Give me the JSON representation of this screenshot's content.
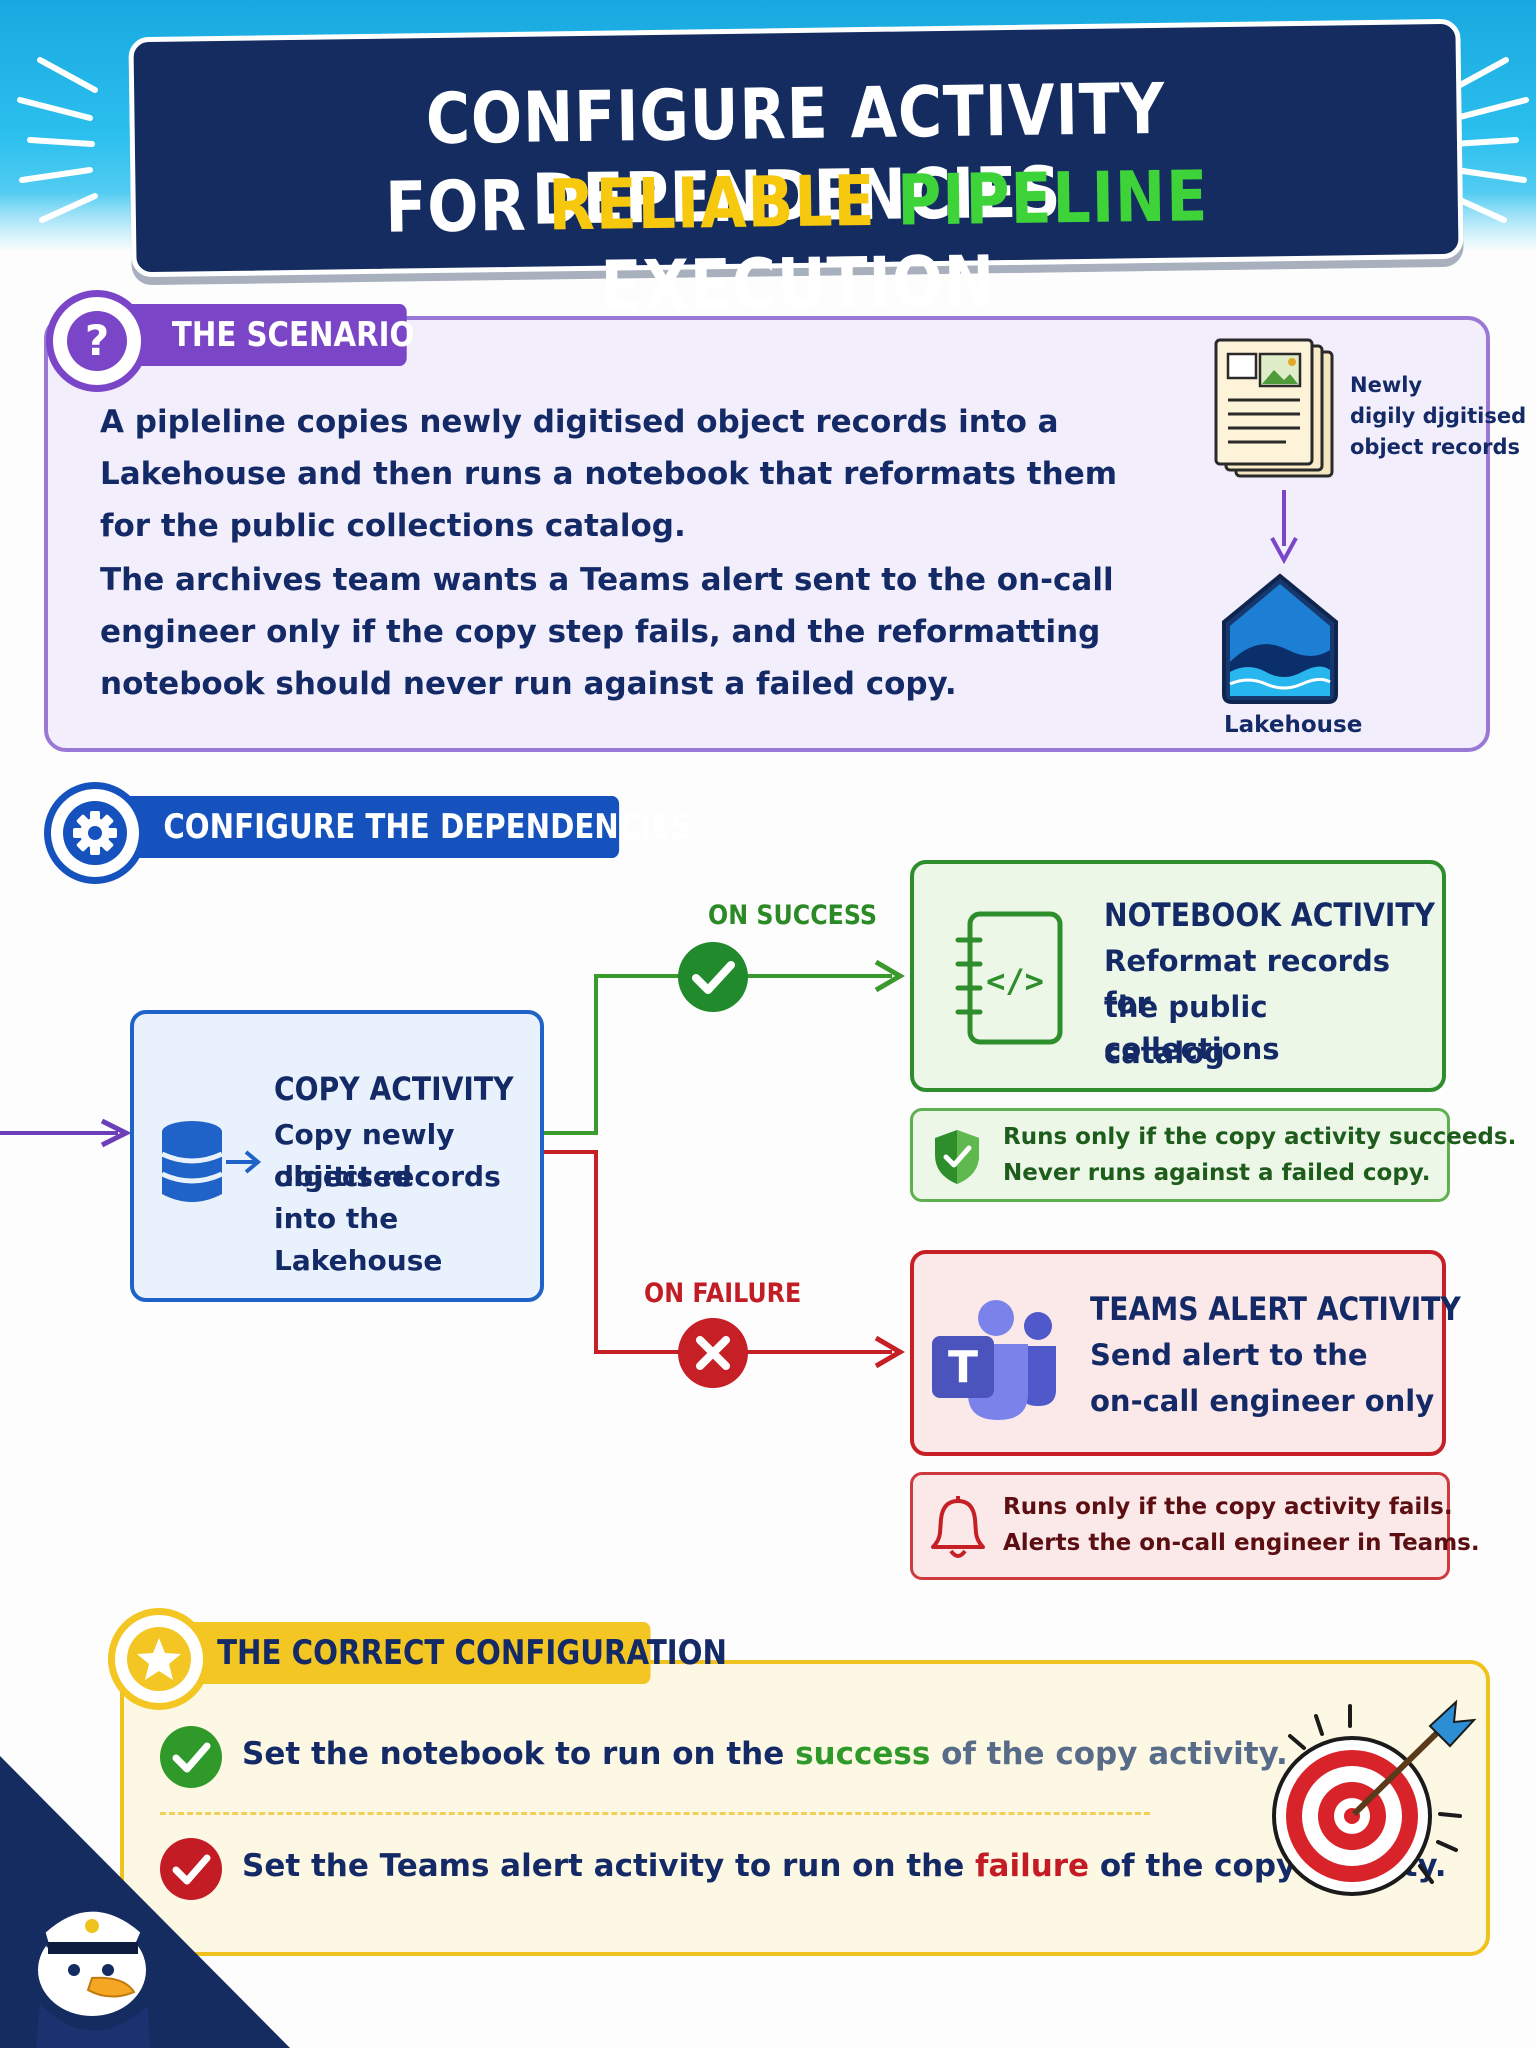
{
  "header": {
    "title_line_1": "CONFIGURE ACTIVITY DEPENDENCIES",
    "title_line_2_prefix": "FOR ",
    "title_line_2_highlight_1": "RELIABLE",
    "title_line_2_highlight_2": "PIPELINE",
    "title_line_2_suffix": " EXECUTION"
  },
  "scenario": {
    "heading": "THE SCENARIO",
    "paragraph_1": "A pipleline copies newly digitised object records into a Lakehouse and then runs a notebook that reformats them for the public collections catalog.",
    "paragraph_2": "The archives team wants a Teams alert sent to the on-call engineer only if the copy step fails, and the reformatting notebook should never run against a failed copy.",
    "records_label_1": "Newly",
    "records_label_2": "digily djgitised",
    "records_label_3": "object records",
    "lakehouse_label": "Lakehouse"
  },
  "configure": {
    "heading": "CONFIGURE THE DEPENDENCIES",
    "copy_activity": {
      "title": "COPY ACTIVITY",
      "desc_1": "Copy newly digitised",
      "desc_2": "object records",
      "desc_3": "into the Lakehouse"
    },
    "on_success_label": "ON SUCCESS",
    "on_failure_label": "ON FAILURE",
    "notebook_activity": {
      "title": "NOTEBOOK ACTIVITY",
      "desc_1": "Reformat records for",
      "desc_2": "the public collections",
      "desc_3": "catalog",
      "note_1": "Runs only if the copy activity succeeds.",
      "note_2": "Never runs against a failed copy."
    },
    "teams_activity": {
      "title": "TEAMS ALERT ACTIVITY",
      "desc_1": "Send alert to the",
      "desc_2": "on-call engineer only",
      "note_1": "Runs only if the copy activity fails.",
      "note_2": "Alerts the on-call engineer in Teams."
    },
    "teams_icon_letter": "T"
  },
  "correct": {
    "heading": "THE CORRECT CONFIGURATION",
    "line_1_a": "Set the notebook to run on the ",
    "line_1_b": "success",
    "line_1_c": " of the copy activity.",
    "line_2_a": "Set the Teams alert activity to run on the ",
    "line_2_b": "failure",
    "line_2_c": " of the copy activity."
  },
  "colors": {
    "navy": "#142c60",
    "purple": "#7b45c8",
    "blue": "#1552bd",
    "success_green": "#2f8e2c",
    "failure_red": "#c61f26",
    "gold": "#f3c623"
  },
  "icons": [
    "question-icon",
    "gear-icon",
    "star-icon",
    "database-icon",
    "notebook-code-icon",
    "teams-icon",
    "shield-check-icon",
    "bell-icon",
    "check-circle-icon",
    "x-circle-icon",
    "document-stack-icon",
    "lakehouse-icon",
    "target-icon",
    "sailor-duck-mascot"
  ]
}
